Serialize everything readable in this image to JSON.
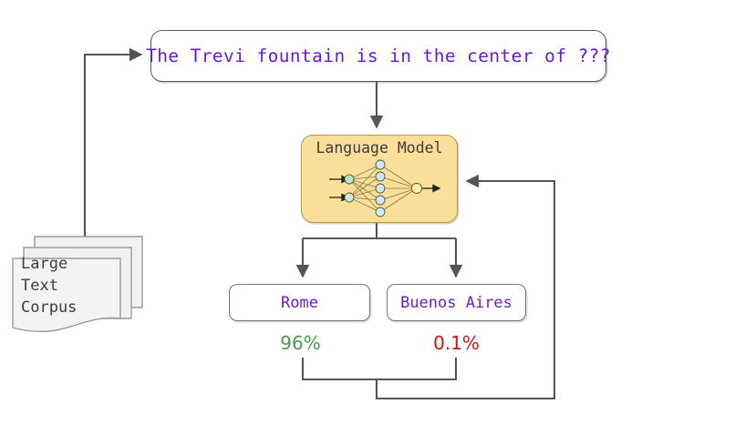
{
  "diagram": {
    "title": "Language model next-word prediction flow",
    "prompt": {
      "text": "The Trevi fountain is in the center of ???"
    },
    "model": {
      "title": "Language Model",
      "network": {
        "input_nodes": 2,
        "hidden_nodes": 5,
        "output_nodes": 1,
        "input_color": "#aee8c8",
        "hidden_color": "#cfe8f7",
        "output_color": "#fff2a8",
        "edge_color": "#8a7a3a"
      },
      "fill_color": "#fadf9a",
      "border_color": "#b89b45"
    },
    "corpus": {
      "lines": "Large\nText\nCorpus",
      "pages": 3,
      "fill_color": "#f1f1f1",
      "border_color": "#9a9a9a"
    },
    "answers": [
      {
        "label": "Rome",
        "probability": "96%",
        "probability_color": "#4a9a4a"
      },
      {
        "label": "Buenos Aires",
        "probability": "0.1%",
        "probability_color": "#cc1111"
      }
    ],
    "colors": {
      "text_purple": "#6a1bd1",
      "wire": "#555555",
      "box_border": "#777777"
    }
  }
}
